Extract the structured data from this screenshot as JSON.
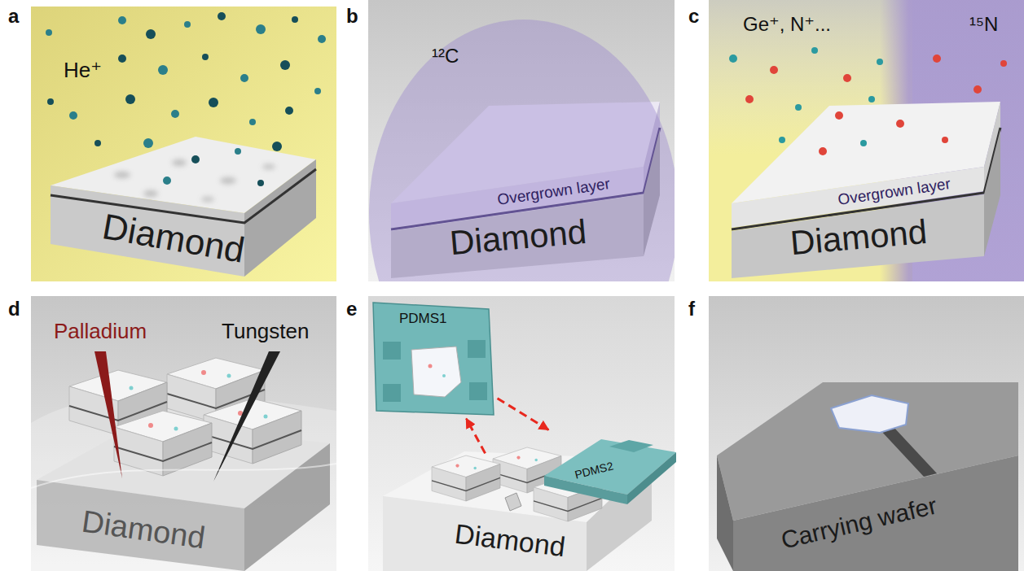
{
  "diagram": {
    "nodes": [
      {
        "text": [
          "a",
          "He⁺"
        ]
      },
      {
        "text": [
          "Diamond"
        ],
        "in": 0
      },
      {
        "text": [
          "b",
          "¹²C"
        ]
      },
      {
        "text": [
          "Overgrown layer",
          "Diamond"
        ],
        "in": 2
      },
      {
        "text": [
          "c",
          "Ge⁺, N⁺...",
          "¹⁵N"
        ]
      },
      {
        "text": [
          "Overgrown layer",
          "Diamond"
        ],
        "in": 4
      },
      {
        "text": [
          "d",
          "Palladium",
          "Tungsten"
        ]
      },
      {
        "text": [
          "Diamond"
        ],
        "in": 6
      },
      {
        "text": [
          "e"
        ]
      },
      {
        "text": [
          "PDMS1"
        ],
        "in": 8
      },
      {
        "text": [
          "Diamond"
        ],
        "in": 8
      },
      {
        "text": [
          "PDMS2"
        ],
        "in": 8
      },
      {
        "text": [
          "f"
        ]
      },
      {
        "text": [
          "Carrying wafer"
        ],
        "in": 12
      }
    ],
    "edges": [
      {
        "from": 10,
        "to": 9,
        "arrow": "to"
      },
      {
        "from": 9,
        "to": 11,
        "arrow": "to"
      }
    ]
  }
}
